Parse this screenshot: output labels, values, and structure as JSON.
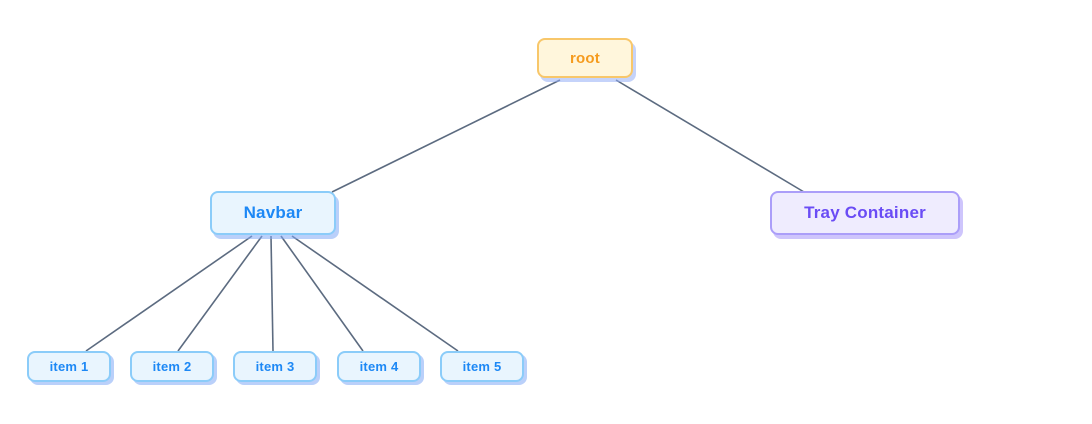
{
  "diagram": {
    "type": "tree",
    "background": "#ffffff",
    "edge_color": "#5c6b80",
    "nodes": {
      "root": {
        "label": "root",
        "fill": "#fff6dc",
        "border": "#f8c76a",
        "text_color": "#f59b1e"
      },
      "navbar": {
        "label": "Navbar",
        "fill": "#e9f5fe",
        "border": "#8bccf9",
        "text_color": "#1d88f5"
      },
      "tray": {
        "label": "Tray Container",
        "fill": "#efecfe",
        "border": "#ab9ef9",
        "text_color": "#6a4cf5"
      },
      "items": [
        {
          "label": "item 1",
          "fill": "#e9f5fe",
          "border": "#8bccf9",
          "text_color": "#1d88f5"
        },
        {
          "label": "item 2",
          "fill": "#e9f5fe",
          "border": "#8bccf9",
          "text_color": "#1d88f5"
        },
        {
          "label": "item 3",
          "fill": "#e9f5fe",
          "border": "#8bccf9",
          "text_color": "#1d88f5"
        },
        {
          "label": "item 4",
          "fill": "#e9f5fe",
          "border": "#8bccf9",
          "text_color": "#1d88f5"
        },
        {
          "label": "item 5",
          "fill": "#e9f5fe",
          "border": "#8bccf9",
          "text_color": "#1d88f5"
        }
      ]
    },
    "edges": [
      {
        "from": "root",
        "to": "Navbar"
      },
      {
        "from": "root",
        "to": "Tray Container"
      },
      {
        "from": "Navbar",
        "to": "item 1"
      },
      {
        "from": "Navbar",
        "to": "item 2"
      },
      {
        "from": "Navbar",
        "to": "item 3"
      },
      {
        "from": "Navbar",
        "to": "item 4"
      },
      {
        "from": "Navbar",
        "to": "item 5"
      }
    ]
  }
}
